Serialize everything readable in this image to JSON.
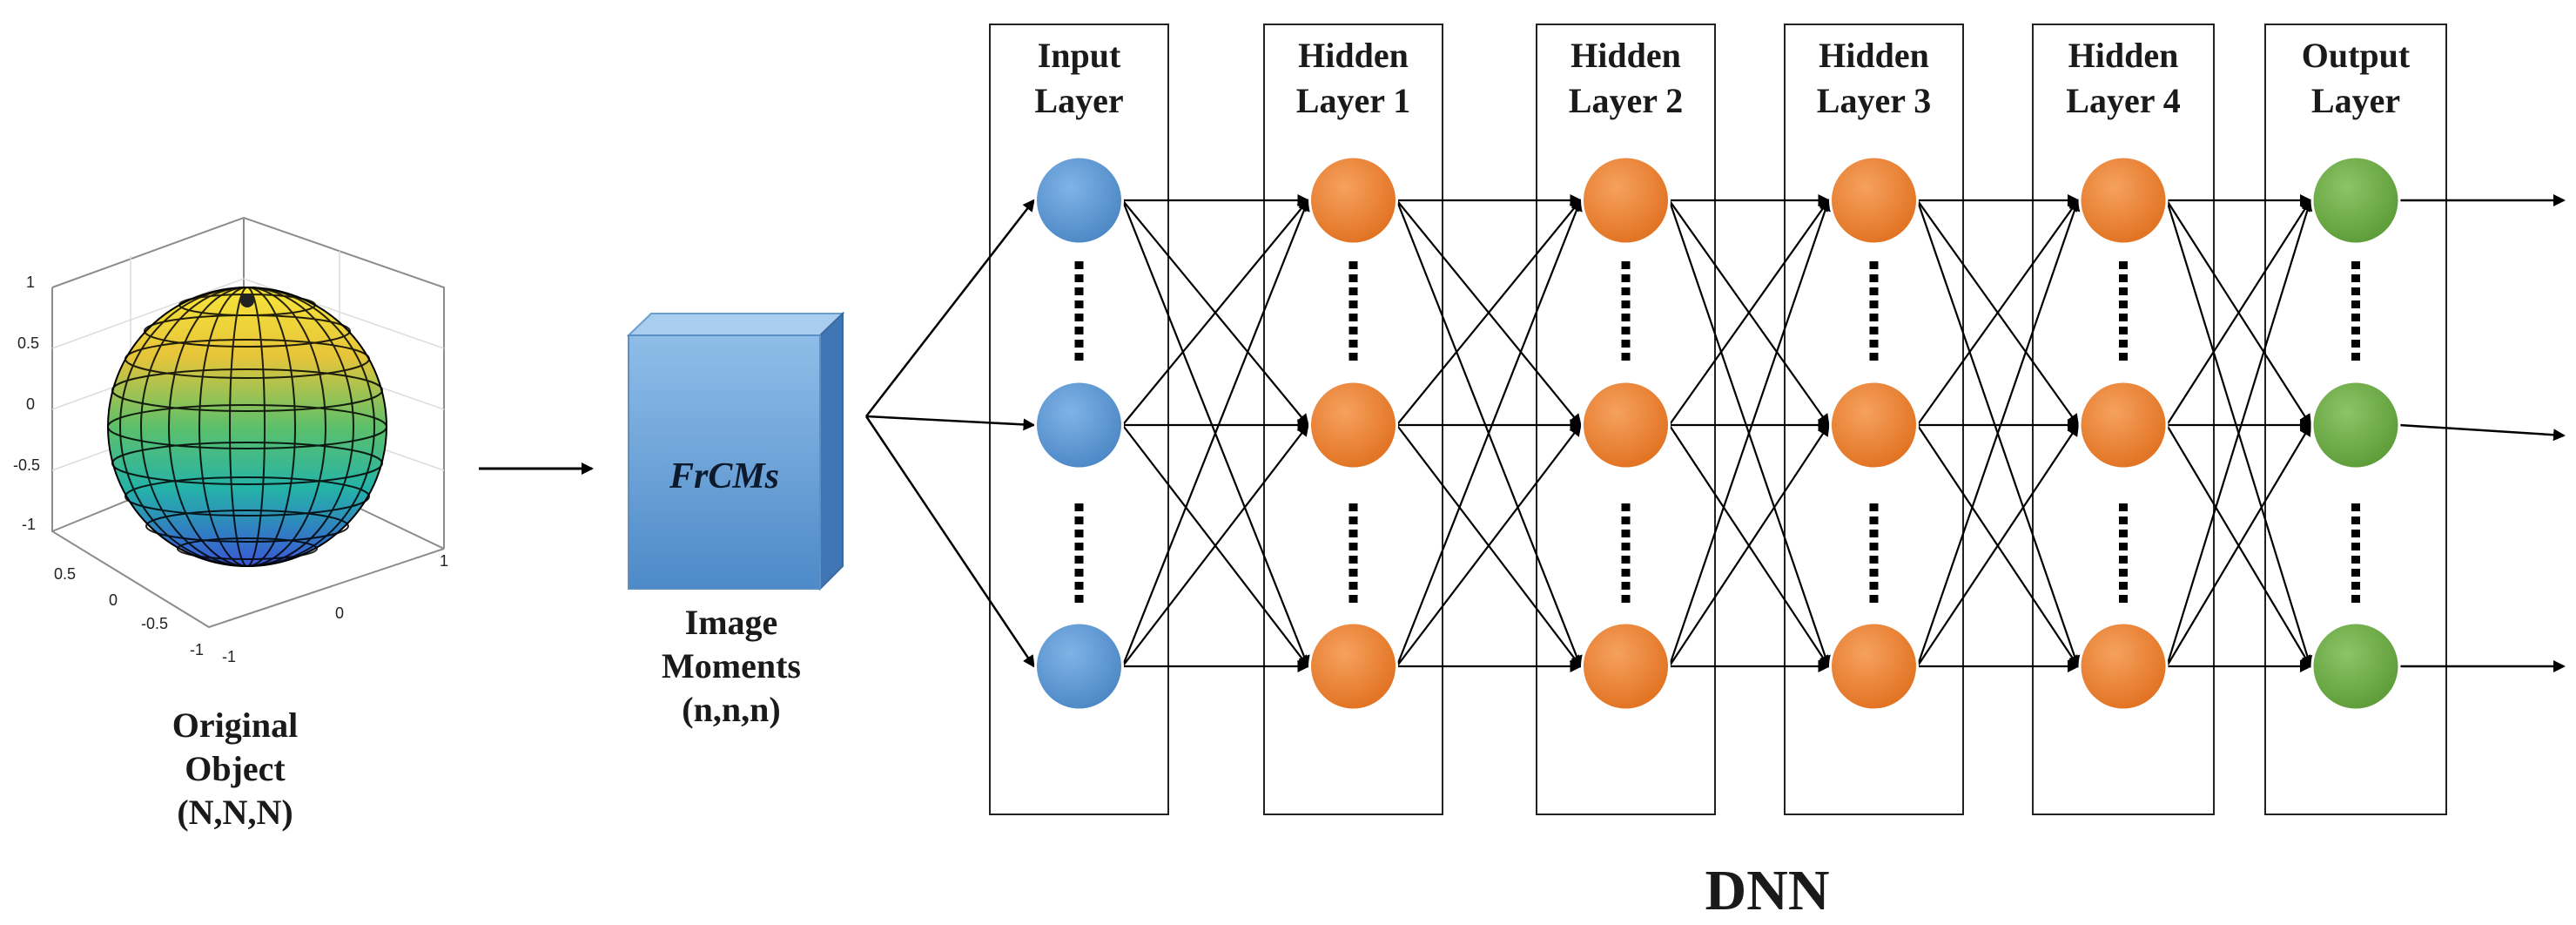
{
  "original_object": {
    "caption_lines": [
      "Original",
      "Object",
      "(N,N,N)"
    ],
    "axis_ticks": {
      "z": [
        "1",
        "0.5",
        "0",
        "-0.5",
        "-1"
      ],
      "x": [
        "0.5",
        "0",
        "-0.5",
        "-1"
      ],
      "y": [
        "-1",
        "0",
        "1"
      ]
    },
    "colors": {
      "top": "#f4e23a",
      "middle": "#4cc07a",
      "bottom": "#3a62d8"
    }
  },
  "feature_block": {
    "label": "FrCMs",
    "caption_lines": [
      "Image",
      "Moments",
      "(n,n,n)"
    ],
    "color": "#5b9bd5"
  },
  "network": {
    "layers": [
      {
        "name_lines": [
          "Input",
          "Layer"
        ],
        "color": "#5b9bd5"
      },
      {
        "name_lines": [
          "Hidden",
          "Layer 1"
        ],
        "color": "#ed7d31"
      },
      {
        "name_lines": [
          "Hidden",
          "Layer 2"
        ],
        "color": "#ed7d31"
      },
      {
        "name_lines": [
          "Hidden",
          "Layer 3"
        ],
        "color": "#ed7d31"
      },
      {
        "name_lines": [
          "Hidden",
          "Layer 4"
        ],
        "color": "#ed7d31"
      },
      {
        "name_lines": [
          "Output",
          "Layer"
        ],
        "color": "#70ad47"
      }
    ],
    "label": "DNN"
  }
}
